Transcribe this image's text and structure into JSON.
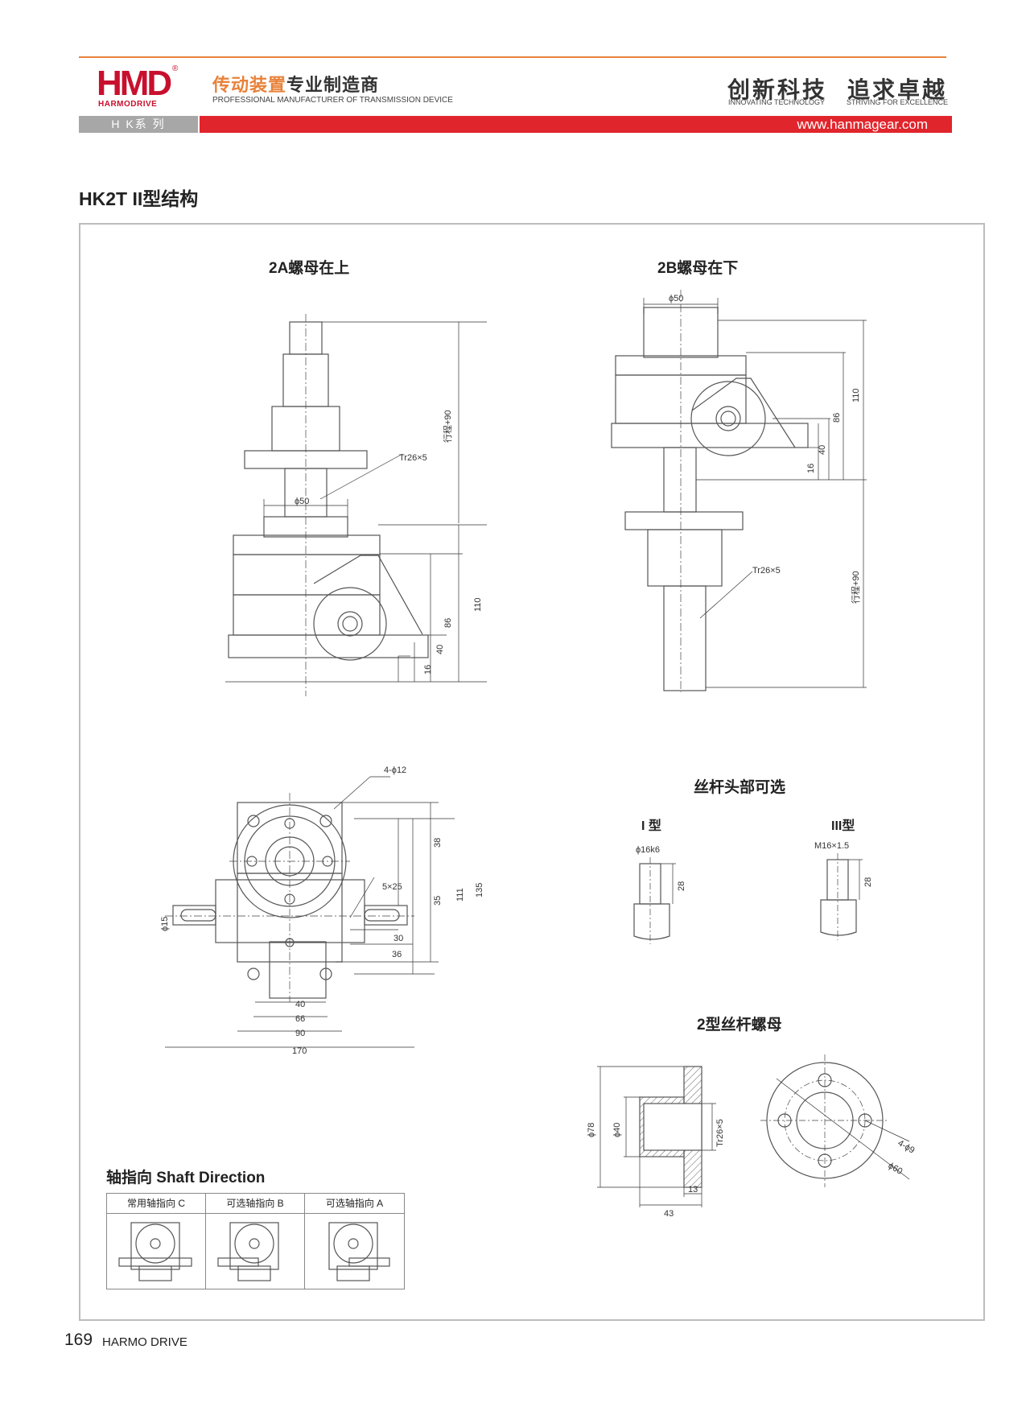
{
  "header": {
    "logo_text": "HMD",
    "logo_sub": "HARMODRIVE",
    "registered": "®",
    "tagline_orange": "传动装置",
    "tagline_dark": "专业制造商",
    "tagline_en": "PROFESSIONAL MANUFACTURER OF TRANSMISSION DEVICE",
    "slogan_1": "创新科技",
    "slogan_1_en": "INNOVATING TECHNOLOGY",
    "slogan_2": "追求卓越",
    "slogan_2_en": "STRIVING FOR EXCELLENCE",
    "series": "H K系 列",
    "website": "www.hanmagear.com"
  },
  "page_title": "HK2T II型结构",
  "sections": {
    "nut_top": "2A螺母在上",
    "nut_bottom": "2B螺母在下",
    "screw_head": "丝杆头部可选",
    "type_1": "I 型",
    "type_3": "III型",
    "nut_2": "2型丝杆螺母",
    "shaft_dir": "轴指向 Shaft Direction"
  },
  "dims_2a": {
    "tr": "Tr26×5",
    "phi50": "ϕ50",
    "stroke": "行程+90",
    "d110": "110",
    "d86": "86",
    "d40": "40",
    "d16": "16"
  },
  "dims_2b": {
    "tr": "Tr26×5",
    "phi50": "ϕ50",
    "stroke": "行程+90",
    "d110": "110",
    "d86": "86",
    "d40": "40",
    "d16": "16"
  },
  "dims_top": {
    "holes": "4-ϕ12",
    "key": "5×25",
    "phi15": "ϕ15",
    "d38": "38",
    "d35": "35",
    "d111": "111",
    "d135": "135",
    "d30": "30",
    "d36": "36",
    "d40": "40",
    "d66": "66",
    "d90": "90",
    "d170": "170"
  },
  "dims_head": {
    "t1": "ϕ16k6",
    "t1_len": "28",
    "t3": "M16×1.5",
    "t3_len": "28"
  },
  "dims_nut": {
    "phi78": "ϕ78",
    "phi40": "ϕ40",
    "tr": "Tr26×5",
    "d13": "13",
    "d43": "43",
    "holes": "4-ϕ9",
    "phi60": "ϕ60"
  },
  "shaft_direction": {
    "cells": [
      "常用轴指向 C",
      "可选轴指向 B",
      "可选轴指向 A"
    ]
  },
  "footer": {
    "page": "169",
    "brand": "HARMO DRIVE"
  }
}
